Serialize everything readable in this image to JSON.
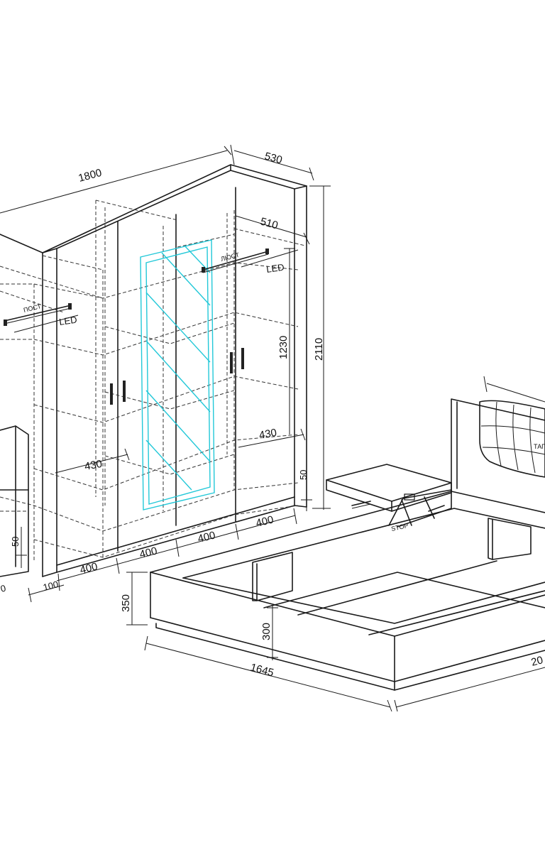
{
  "labels": {
    "width_1800": "1800",
    "depth_530": "530",
    "depth_510": "510",
    "height_2110": "2110",
    "height_1230": "1230",
    "shelf_430_right": "430",
    "shelf_430_left": "430",
    "plinth_50_right": "50",
    "plinth_50_left": "50",
    "door_400_a": "400",
    "door_400_b": "400",
    "door_400_c": "400",
    "door_400_d": "400",
    "offset_100": "100",
    "offset_0": "0",
    "led_right": "LED",
    "led_left": "LED",
    "rail_right": "ЛЮСТ",
    "rail_left": "ПОСТ",
    "bed_350": "350",
    "bed_300": "300",
    "bed_1645": "1645",
    "bed_20": "20",
    "headboard_text": "ТАП",
    "lift_text": "STOP"
  },
  "colors": {
    "line": "#1a1a1a",
    "glass": "#22c8d8",
    "background": "#ffffff"
  }
}
